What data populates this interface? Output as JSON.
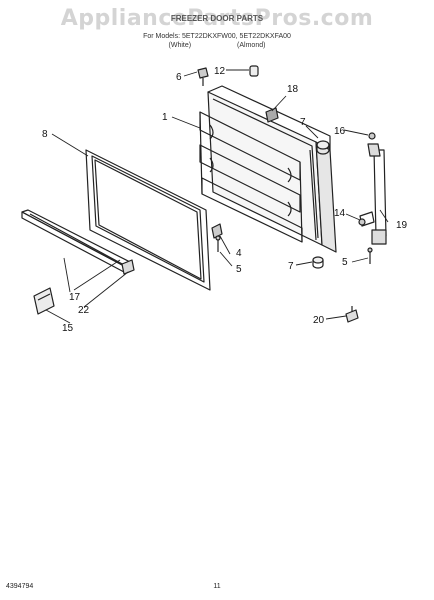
{
  "watermark": "AppliancePartsPros.com",
  "header": {
    "title": "FREEZER DOOR PARTS",
    "models": "For Models: 5ET22DKXFW00, 5ET22DKXFA00",
    "color_left": "(White)",
    "color_right": "(Almond)"
  },
  "callouts": [
    "1",
    "4",
    "5",
    "5",
    "6",
    "7",
    "7",
    "8",
    "12",
    "14",
    "15",
    "16",
    "17",
    "18",
    "19",
    "20",
    "22"
  ],
  "footer": {
    "part_number": "4394794",
    "page": "11"
  }
}
